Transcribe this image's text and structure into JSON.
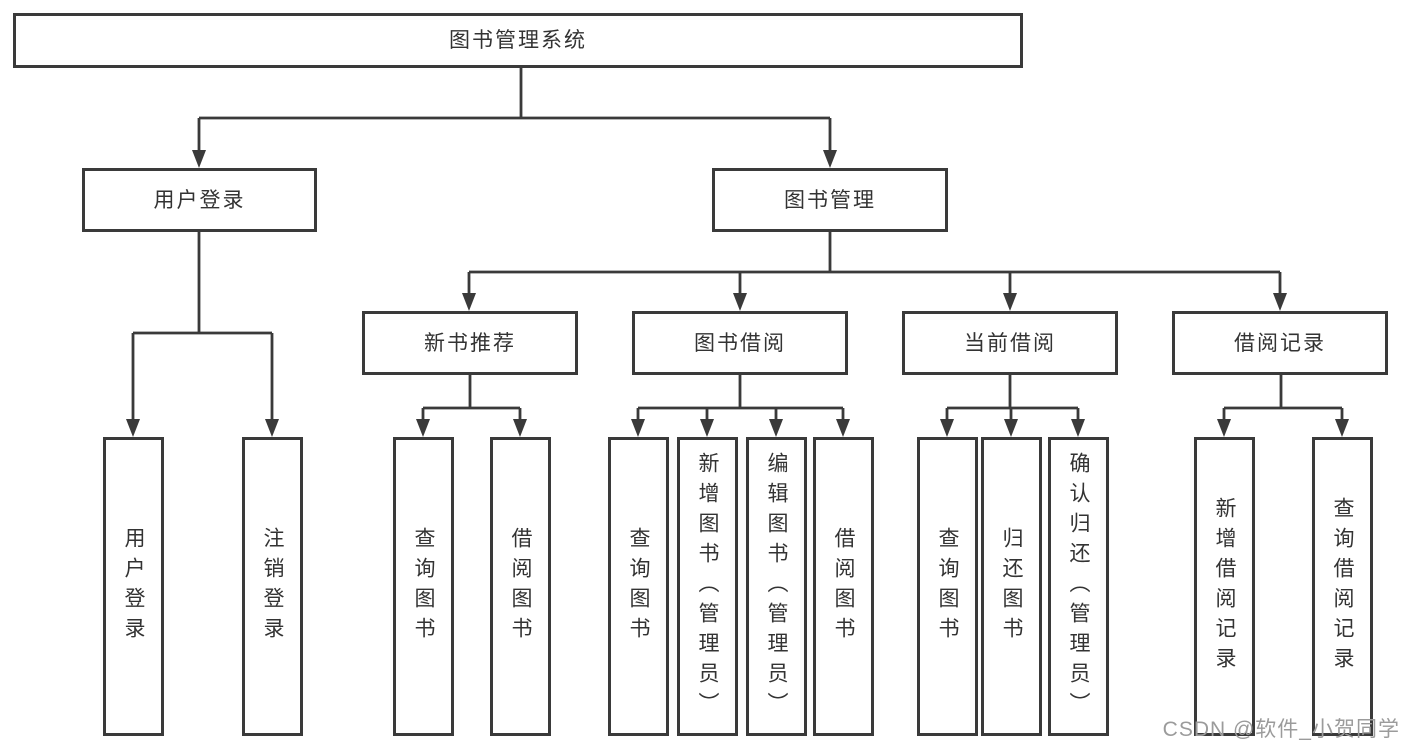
{
  "colors": {
    "line": "#3a3a3a",
    "text": "#333333",
    "watermark": "#9b9b9b",
    "background": "#ffffff"
  },
  "diagram": {
    "title": "图书管理系统",
    "children": [
      {
        "label": "用户登录",
        "children": [
          {
            "label": "用户登录"
          },
          {
            "label": "注销登录"
          }
        ]
      },
      {
        "label": "图书管理",
        "children": [
          {
            "label": "新书推荐",
            "children": [
              {
                "label": "查询图书"
              },
              {
                "label": "借阅图书"
              }
            ]
          },
          {
            "label": "图书借阅",
            "children": [
              {
                "label": "查询图书"
              },
              {
                "label": "新增图书（管理员）"
              },
              {
                "label": "编辑图书（管理员）"
              },
              {
                "label": "借阅图书"
              }
            ]
          },
          {
            "label": "当前借阅",
            "children": [
              {
                "label": "查询图书"
              },
              {
                "label": "归还图书"
              },
              {
                "label": "确认归还（管理员）"
              }
            ]
          },
          {
            "label": "借阅记录",
            "children": [
              {
                "label": "新增借阅记录"
              },
              {
                "label": "查询借阅记录"
              }
            ]
          }
        ]
      }
    ]
  },
  "watermark": {
    "text": "CSDN @软件_小贺同学"
  }
}
